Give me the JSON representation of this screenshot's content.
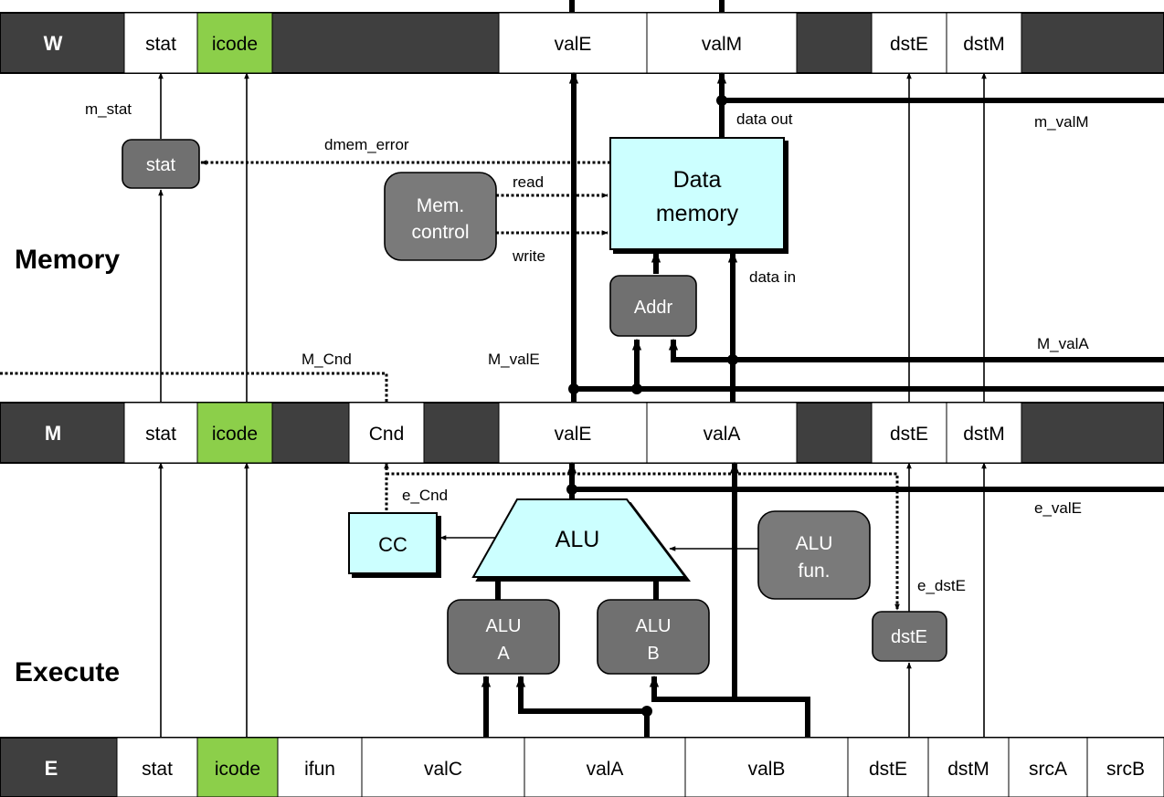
{
  "stages": {
    "w": {
      "label": "W",
      "fields": [
        "stat",
        "icode",
        "valE",
        "valM",
        "dstE",
        "dstM"
      ]
    },
    "m": {
      "label": "M",
      "fields": [
        "stat",
        "icode",
        "Cnd",
        "valE",
        "valA",
        "dstE",
        "dstM"
      ]
    },
    "e": {
      "label": "E",
      "fields": [
        "stat",
        "icode",
        "ifun",
        "valC",
        "valA",
        "valB",
        "dstE",
        "dstM",
        "srcA",
        "srcB"
      ]
    }
  },
  "sections": {
    "memory": "Memory",
    "execute": "Execute"
  },
  "blocks": {
    "stat": "stat",
    "mem_control": [
      "Mem.",
      "control"
    ],
    "data_memory": [
      "Data",
      "memory"
    ],
    "addr": "Addr",
    "cc": "CC",
    "alu": "ALU",
    "alu_fun": [
      "ALU",
      "fun."
    ],
    "alu_a": [
      "ALU",
      "A"
    ],
    "alu_b": [
      "ALU",
      "B"
    ],
    "dste": "dstE"
  },
  "signals": {
    "m_stat": "m_stat",
    "dmem_error": "dmem_error",
    "read": "read",
    "write": "write",
    "data_out": "data out",
    "data_in": "data in",
    "m_valM": "m_valM",
    "M_valA": "M_valA",
    "M_Cnd": "M_Cnd",
    "M_valE": "M_valE",
    "e_Cnd": "e_Cnd",
    "e_valE": "e_valE",
    "e_dstE": "e_dstE"
  },
  "colors": {
    "register_bar": "#3f3f3f",
    "field_bg": "#ffffff",
    "icode_bg": "#8ccf4a",
    "hw_block": "#707070",
    "control_block": "#7a7a7a",
    "memory_block": "#ccffff"
  }
}
